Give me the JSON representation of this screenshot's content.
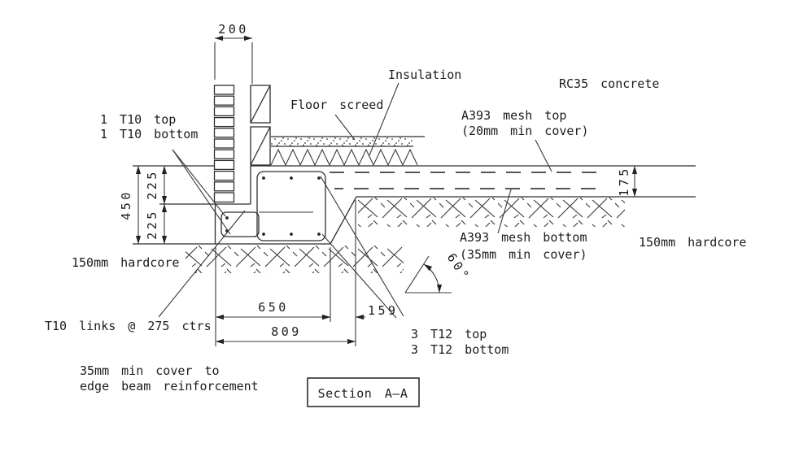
{
  "labels": {
    "floor_screed": "Floor screed",
    "insulation": "Insulation",
    "concrete": "RC35 concrete",
    "mesh_top_line1": "A393 mesh top",
    "mesh_top_line2": "(20mm min cover)",
    "mesh_bottom_line1": "A393 mesh bottom",
    "mesh_bottom_line2": "(35mm min cover)",
    "hardcore_left": "150mm hardcore",
    "hardcore_right": "150mm hardcore",
    "t10_line1": "1 T10 top",
    "t10_line2": "1 T10 bottom",
    "t10_links": "T10 links @ 275 ctrs",
    "t12_line1": "3 T12 top",
    "t12_line2": "3 T12 bottom",
    "cover_line1": "35mm min cover to",
    "cover_line2": "edge beam reinforcement",
    "angle": "60°"
  },
  "dimensions": {
    "wall_zone": "200",
    "beam_depth": "450",
    "beam_depth_upper": "225",
    "beam_depth_lower": "225",
    "slab_thickness": "175",
    "beam_width": "650",
    "excavation_width": "809",
    "slope_run": "159"
  },
  "title": {
    "section": "Section A–A"
  }
}
